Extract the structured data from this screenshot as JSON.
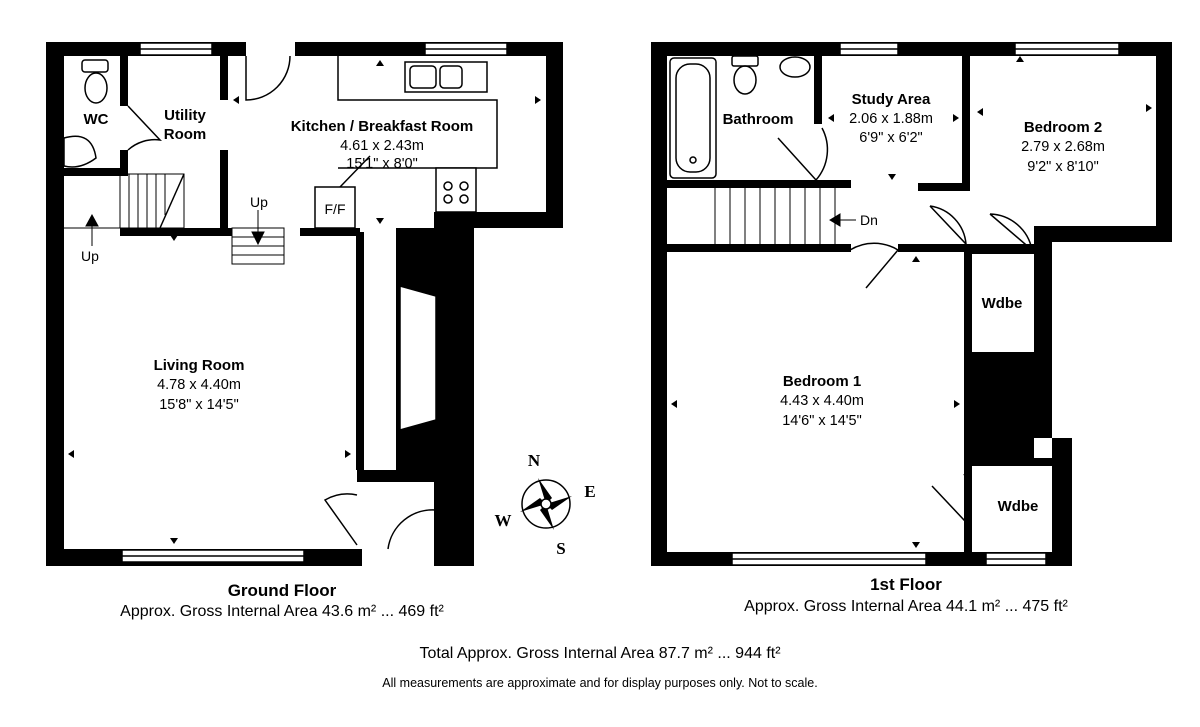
{
  "ground_floor": {
    "title": "Ground Floor",
    "area": "Approx. Gross Internal Area 43.6 m² ... 469 ft²",
    "rooms": {
      "wc": "WC",
      "utility_line1": "Utility",
      "utility_line2": "Room",
      "kitchen": {
        "name": "Kitchen / Breakfast Room",
        "metric": "4.61 x 2.43m",
        "imperial": "15'1\" x 8'0\""
      },
      "living": {
        "name": "Living Room",
        "metric": "4.78 x 4.40m",
        "imperial": "15'8\" x 14'5\""
      }
    },
    "labels": {
      "ff": "F/F",
      "up_left": "Up",
      "up_mid": "Up"
    }
  },
  "first_floor": {
    "title": "1st Floor",
    "area": "Approx. Gross Internal Area 44.1 m² ... 475 ft²",
    "rooms": {
      "bathroom": "Bathroom",
      "study": {
        "name": "Study Area",
        "metric": "2.06 x 1.88m",
        "imperial": "6'9\" x 6'2\""
      },
      "bedroom2": {
        "name": "Bedroom 2",
        "metric": "2.79 x 2.68m",
        "imperial": "9'2\" x 8'10\""
      },
      "bedroom1": {
        "name": "Bedroom 1",
        "metric": "4.43 x 4.40m",
        "imperial": "14'6\" x 14'5\""
      },
      "wardrobe_upper": "Wdbe",
      "wardrobe_lower": "Wdbe"
    },
    "labels": {
      "dn": "Dn"
    }
  },
  "compass": {
    "n": "N",
    "e": "E",
    "s": "S",
    "w": "W"
  },
  "total_area": "Total Approx. Gross Internal Area 87.7 m² ... 944 ft²",
  "disclaimer": "All measurements are approximate and for display purposes only. Not to scale.",
  "colors": {
    "wall": "#000000",
    "background": "#ffffff",
    "fixture_stroke": "#000000"
  }
}
